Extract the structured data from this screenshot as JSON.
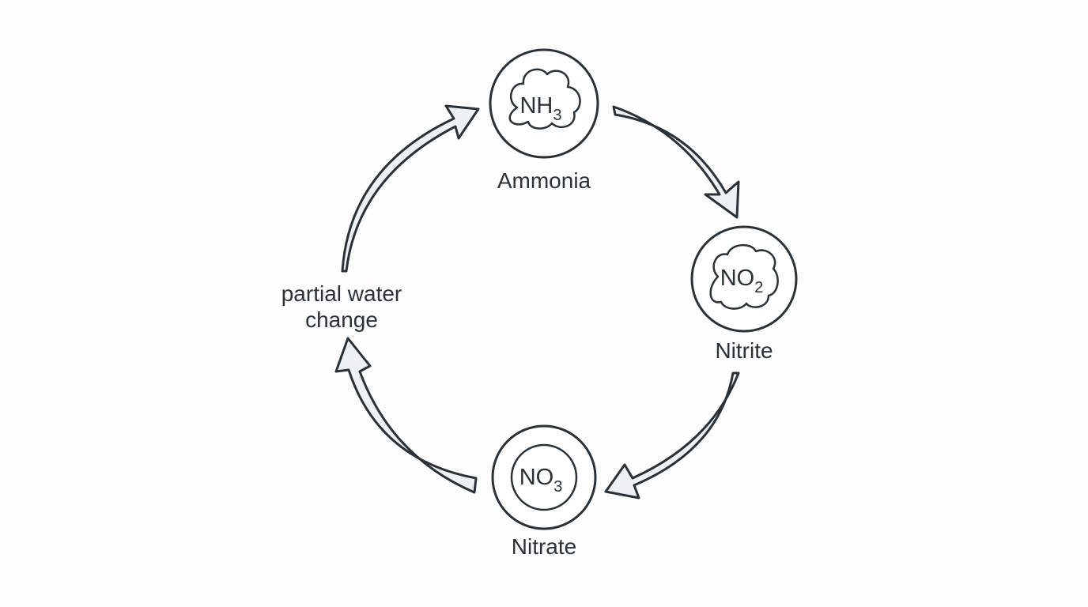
{
  "colors": {
    "background": "#fdfdfd",
    "ink": "#2a3238",
    "arrow_fill": "#eef1f4"
  },
  "nodes": {
    "ammonia": {
      "formula": "NH",
      "subscript": "3",
      "label": "Ammonia",
      "icon": "cloud-icon"
    },
    "nitrite": {
      "formula": "NO",
      "subscript": "2",
      "label": "Nitrite",
      "icon": "cloud-icon"
    },
    "nitrate": {
      "formula": "NO",
      "subscript": "3",
      "label": "Nitrate",
      "icon": "ring-icon"
    }
  },
  "step_label": {
    "line1": "partial water",
    "line2": "change"
  }
}
